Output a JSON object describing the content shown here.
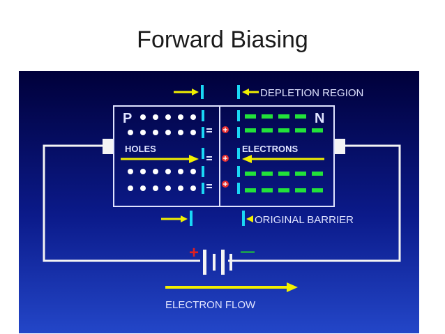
{
  "slide": {
    "title": "Forward Biasing"
  },
  "diagram": {
    "labels": {
      "depletion_region": "DEPLETION REGION",
      "original_barrier": "ORIGINAL BARRIER",
      "p_type": "P",
      "n_type": "N",
      "holes": "HOLES",
      "electrons": "ELECTRONS",
      "positive_terminal": "+",
      "negative_terminal": "—",
      "electron_flow": "ELECTRON FLOW"
    },
    "colors": {
      "background_dark": "#00003a",
      "background_light": "#2346c8",
      "label_text": "#dfe3ff",
      "arrow_yellow": "#f2f000",
      "region_marker_cyan": "#1ad7f5",
      "electron_green": "#22e23a",
      "hole_white": "#ffffff",
      "ion_red": "#e83030",
      "wire_white": "#f4f4f4",
      "terminal_plus_red": "#e02020",
      "terminal_minus_green": "#20d030"
    }
  }
}
